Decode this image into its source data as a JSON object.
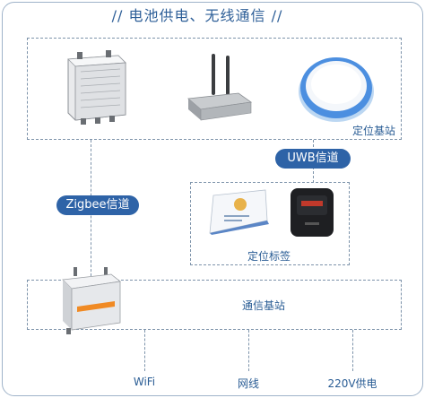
{
  "title": "//    电池供电、无线通信    //",
  "labels": {
    "positioning_station": "定位基站",
    "uwb_channel": "UWB信道",
    "zigbee_channel": "Zigbee信道",
    "positioning_tag": "定位标签",
    "comm_station": "通信基站",
    "wifi": "WiFi",
    "network_cable": "网线",
    "power_220v": "220V供电"
  }
}
